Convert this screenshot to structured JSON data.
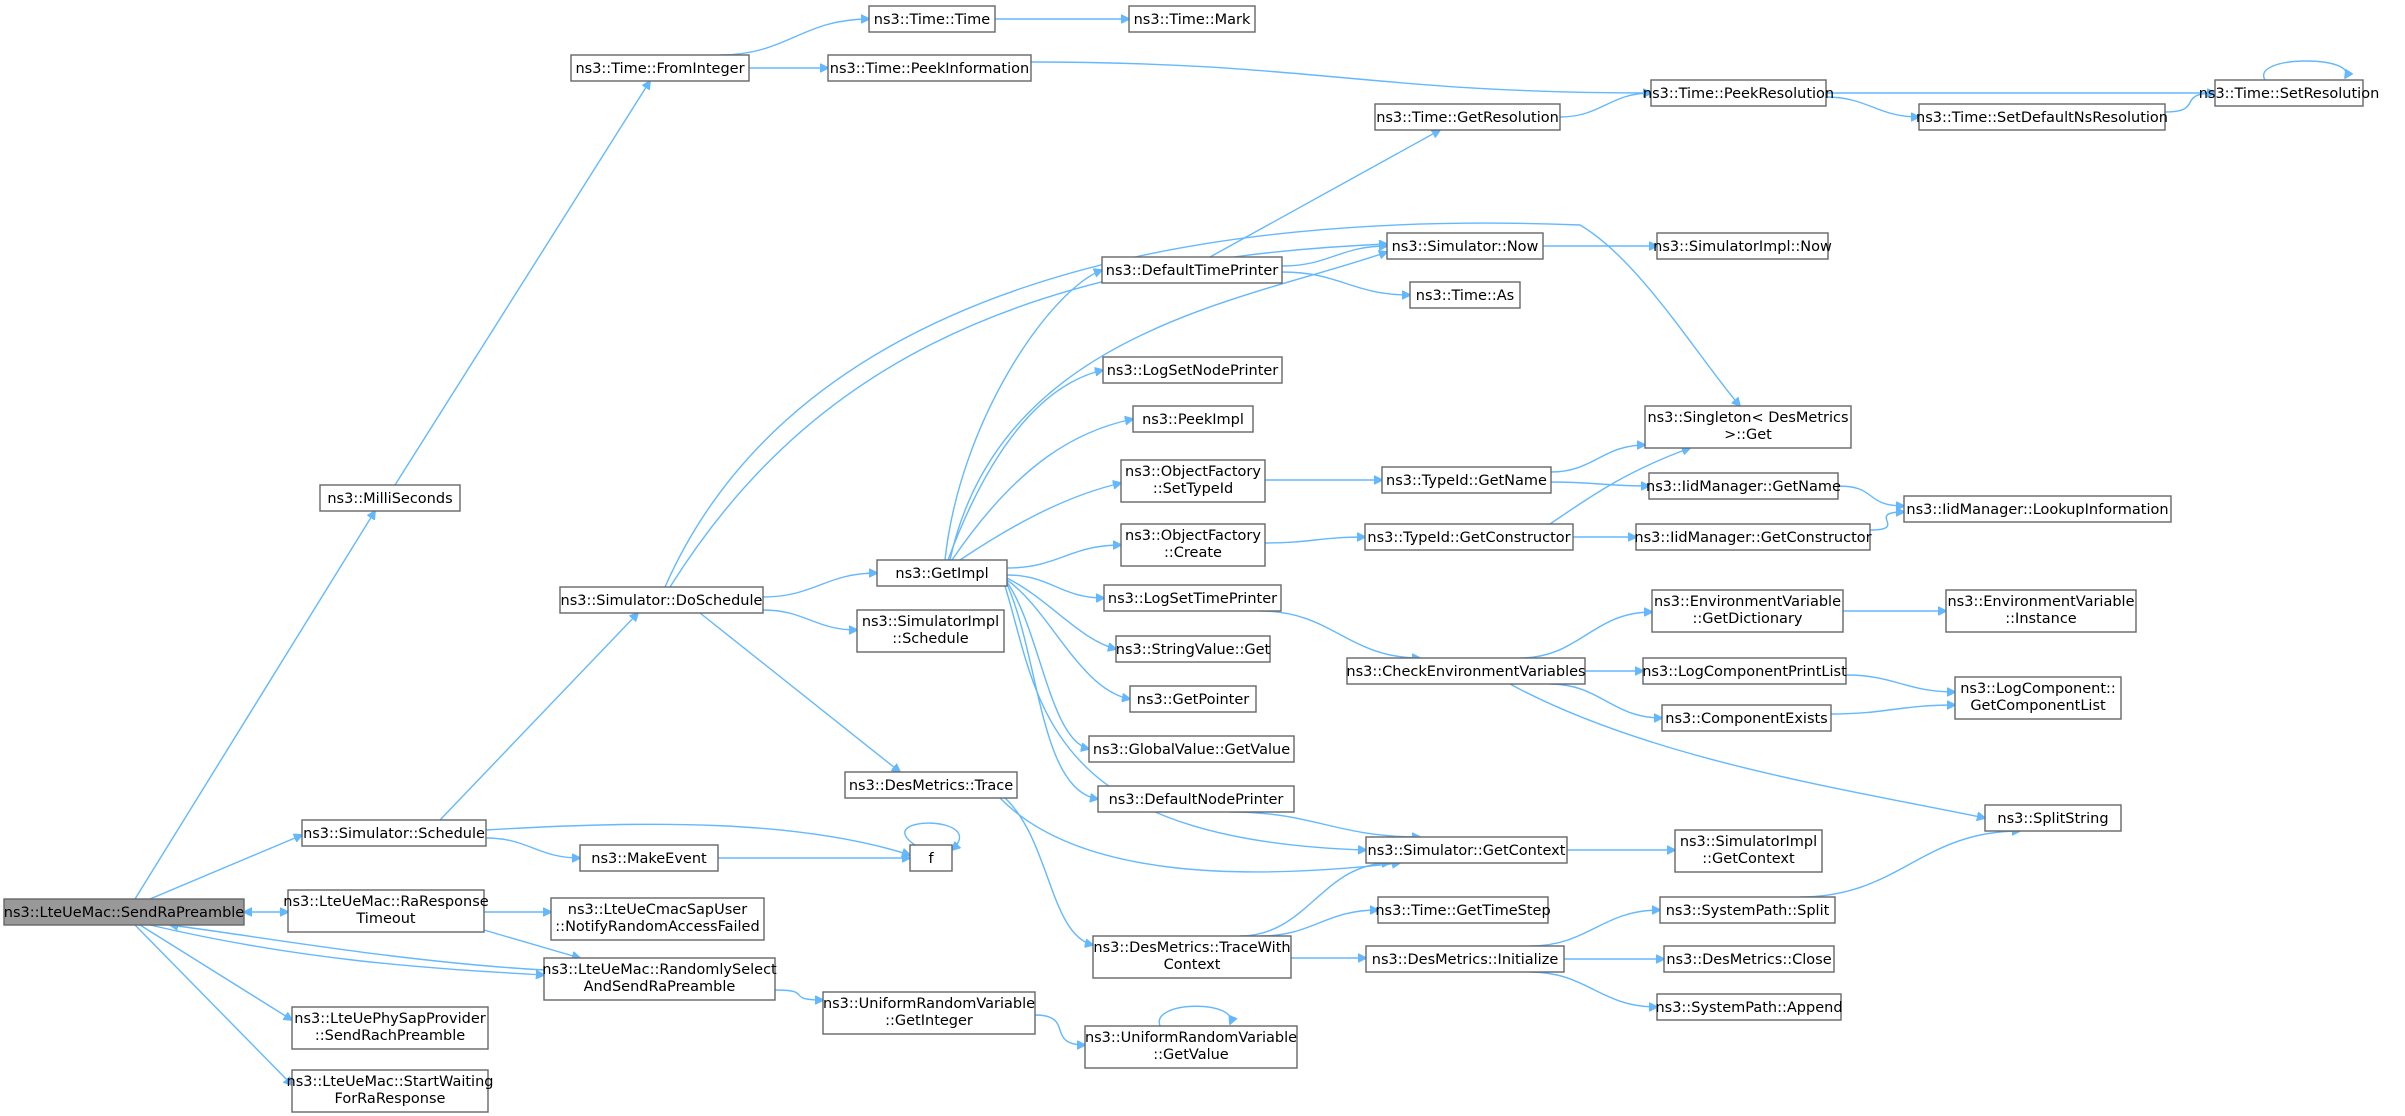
{
  "graph": {
    "nodes": [
      {
        "id": "root",
        "lines": [
          "ns3::LteUeMac::SendRaPreamble"
        ]
      },
      {
        "id": "millis",
        "lines": [
          "ns3::MilliSeconds"
        ]
      },
      {
        "id": "fromint",
        "lines": [
          "ns3::Time::FromInteger"
        ]
      },
      {
        "id": "timetime",
        "lines": [
          "ns3::Time::Time"
        ]
      },
      {
        "id": "mark",
        "lines": [
          "ns3::Time::Mark"
        ]
      },
      {
        "id": "peekinfo",
        "lines": [
          "ns3::Time::PeekInformation"
        ]
      },
      {
        "id": "peekres",
        "lines": [
          "ns3::Time::PeekResolution"
        ]
      },
      {
        "id": "setdefns",
        "lines": [
          "ns3::Time::SetDefaultNsResolution"
        ]
      },
      {
        "id": "setres",
        "lines": [
          "ns3::Time::SetResolution"
        ]
      },
      {
        "id": "getres",
        "lines": [
          "ns3::Time::GetResolution"
        ]
      },
      {
        "id": "simnow",
        "lines": [
          "ns3::Simulator::Now"
        ]
      },
      {
        "id": "simimplnow",
        "lines": [
          "ns3::SimulatorImpl::Now"
        ]
      },
      {
        "id": "deftp",
        "lines": [
          "ns3::DefaultTimePrinter"
        ]
      },
      {
        "id": "timeas",
        "lines": [
          "ns3::Time::As"
        ]
      },
      {
        "id": "logsetnode",
        "lines": [
          "ns3::LogSetNodePrinter"
        ]
      },
      {
        "id": "peekimpl",
        "lines": [
          "ns3::PeekImpl"
        ]
      },
      {
        "id": "singleton",
        "lines": [
          "ns3::Singleton< DesMetrics",
          ">::Get"
        ]
      },
      {
        "id": "ofsettypeid",
        "lines": [
          "ns3::ObjectFactory",
          "::SetTypeId"
        ]
      },
      {
        "id": "typeidgetname",
        "lines": [
          "ns3::TypeId::GetName"
        ]
      },
      {
        "id": "iidgetname",
        "lines": [
          "ns3::IidManager::GetName"
        ]
      },
      {
        "id": "iidlookup",
        "lines": [
          "ns3::IidManager::LookupInformation"
        ]
      },
      {
        "id": "getimpl",
        "lines": [
          "ns3::GetImpl"
        ]
      },
      {
        "id": "ofcreate",
        "lines": [
          "ns3::ObjectFactory",
          "::Create"
        ]
      },
      {
        "id": "typeidgetctor",
        "lines": [
          "ns3::TypeId::GetConstructor"
        ]
      },
      {
        "id": "iidgetctor",
        "lines": [
          "ns3::IidManager::GetConstructor"
        ]
      },
      {
        "id": "doschedule",
        "lines": [
          "ns3::Simulator::DoSchedule"
        ]
      },
      {
        "id": "logsettime",
        "lines": [
          "ns3::LogSetTimePrinter"
        ]
      },
      {
        "id": "envgetdict",
        "lines": [
          "ns3::EnvironmentVariable",
          "::GetDictionary"
        ]
      },
      {
        "id": "envinstance",
        "lines": [
          "ns3::EnvironmentVariable",
          "::Instance"
        ]
      },
      {
        "id": "simimplsched",
        "lines": [
          "ns3::SimulatorImpl",
          "::Schedule"
        ]
      },
      {
        "id": "strvalget",
        "lines": [
          "ns3::StringValue::Get"
        ]
      },
      {
        "id": "checkenv",
        "lines": [
          "ns3::CheckEnvironmentVariables"
        ]
      },
      {
        "id": "logcompprint",
        "lines": [
          "ns3::LogComponentPrintList"
        ]
      },
      {
        "id": "logcompget",
        "lines": [
          "ns3::LogComponent::",
          "GetComponentList"
        ]
      },
      {
        "id": "getpointer",
        "lines": [
          "ns3::GetPointer"
        ]
      },
      {
        "id": "compexists",
        "lines": [
          "ns3::ComponentExists"
        ]
      },
      {
        "id": "globalval",
        "lines": [
          "ns3::GlobalValue::GetValue"
        ]
      },
      {
        "id": "destrace",
        "lines": [
          "ns3::DesMetrics::Trace"
        ]
      },
      {
        "id": "defnodep",
        "lines": [
          "ns3::DefaultNodePrinter"
        ]
      },
      {
        "id": "splitstring",
        "lines": [
          "ns3::SplitString"
        ]
      },
      {
        "id": "simschedule",
        "lines": [
          "ns3::Simulator::Schedule"
        ]
      },
      {
        "id": "simgetctx",
        "lines": [
          "ns3::Simulator::GetContext"
        ]
      },
      {
        "id": "simimplgetctx",
        "lines": [
          "ns3::SimulatorImpl",
          "::GetContext"
        ]
      },
      {
        "id": "makeevent",
        "lines": [
          "ns3::MakeEvent"
        ]
      },
      {
        "id": "f",
        "lines": [
          "f"
        ]
      },
      {
        "id": "rarespto",
        "lines": [
          "ns3::LteUeMac::RaResponse",
          "Timeout"
        ]
      },
      {
        "id": "cmacnotify",
        "lines": [
          "ns3::LteUeCmacSapUser",
          "::NotifyRandomAccessFailed"
        ]
      },
      {
        "id": "gettimestep",
        "lines": [
          "ns3::Time::GetTimeStep"
        ]
      },
      {
        "id": "syspathsplit",
        "lines": [
          "ns3::SystemPath::Split"
        ]
      },
      {
        "id": "tracewctx",
        "lines": [
          "ns3::DesMetrics::TraceWith",
          "Context"
        ]
      },
      {
        "id": "desinit",
        "lines": [
          "ns3::DesMetrics::Initialize"
        ]
      },
      {
        "id": "desclose",
        "lines": [
          "ns3::DesMetrics::Close"
        ]
      },
      {
        "id": "randsel",
        "lines": [
          "ns3::LteUeMac::RandomlySelect",
          "AndSendRaPreamble"
        ]
      },
      {
        "id": "syspathappend",
        "lines": [
          "ns3::SystemPath::Append"
        ]
      },
      {
        "id": "urvgetint",
        "lines": [
          "ns3::UniformRandomVariable",
          "::GetInteger"
        ]
      },
      {
        "id": "urvgetval",
        "lines": [
          "ns3::UniformRandomVariable",
          "::GetValue"
        ]
      },
      {
        "id": "physendrach",
        "lines": [
          "ns3::LteUePhySapProvider",
          "::SendRachPreamble"
        ]
      },
      {
        "id": "startwait",
        "lines": [
          "ns3::LteUeMac::StartWaiting",
          "ForRaResponse"
        ]
      }
    ]
  }
}
